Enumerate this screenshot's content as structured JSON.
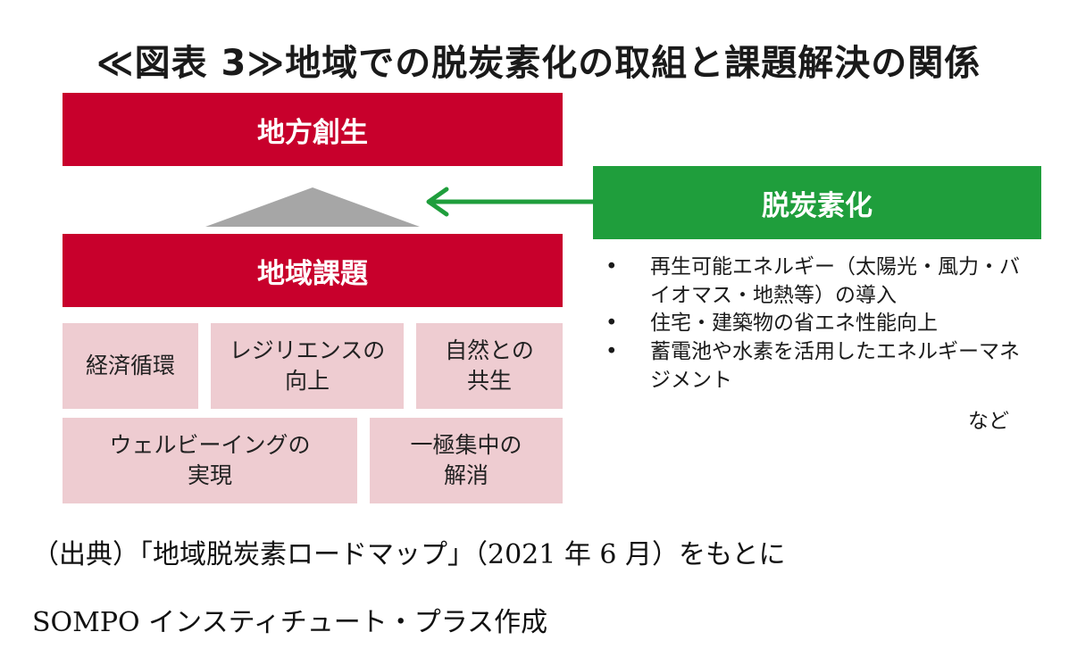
{
  "title": "≪図表 3≫地域での脱炭素化の取組と課題解決の関係",
  "diagram": {
    "top_box": "地方創生",
    "middle_box": "地域課題",
    "decarbonization_box": "脱炭素化",
    "issues_row1": [
      "経済循環",
      "レジリエンスの\n向上",
      "自然との\n共生"
    ],
    "issues_row2": [
      "ウェルビーイングの\n実現",
      "一極集中の\n解消"
    ],
    "bullet_marker": "•",
    "bullets": [
      "再生可能エネルギー（太陽光・風力・バイオマス・地熱等）の導入",
      "住宅・建築物の省エネ性能向上",
      "蓄電池や水素を活用したエネルギーマネジメント"
    ],
    "etc": "など"
  },
  "source_line1": "（出典）「地域脱炭素ロードマップ」（2021 年 6 月）をもとに",
  "source_line2": "SOMPO インスティチュート・プラス作成",
  "colors": {
    "red": "#c8002c",
    "green": "#1f9e3c",
    "pink": "#eeccd1",
    "gray_triangle": "#a6a6a6"
  },
  "icons": {
    "arrow": "left-arrow-icon",
    "pyramid": "triangle-icon"
  }
}
